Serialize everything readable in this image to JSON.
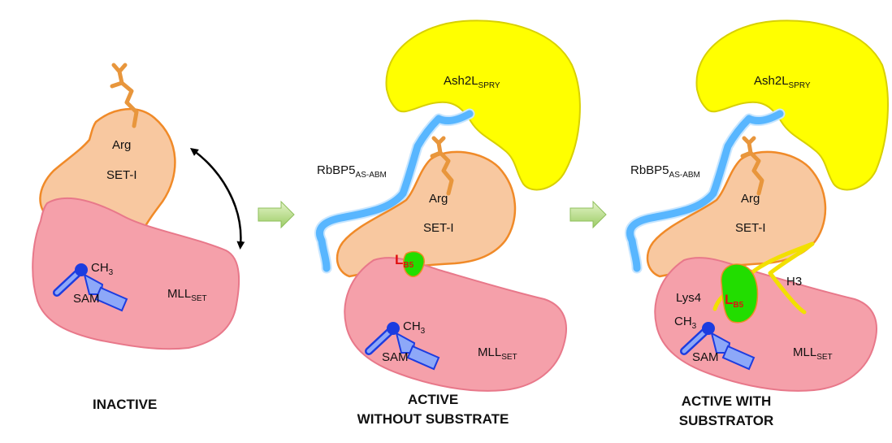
{
  "panels": {
    "inactive": {
      "caption": "INACTIVE",
      "labels": {
        "arg": "Arg",
        "set_i": "SET-I",
        "ch3_main": "CH",
        "ch3_sub": "3",
        "sam": "SAM",
        "mll_main": "MLL",
        "mll_sub": "SET"
      }
    },
    "active": {
      "caption_line1": "ACTIVE",
      "caption_line2": "WITHOUT SUBSTRATE",
      "labels": {
        "ash_main": "Ash2L",
        "ash_sub": "SPRY",
        "rbbp_main": "RbBP5",
        "rbbp_sub": "AS-ABM",
        "arg": "Arg",
        "set_i": "SET-I",
        "lb_main": "L",
        "lb_sub": "B5",
        "ch3_main": "CH",
        "ch3_sub": "3",
        "sam": "SAM",
        "mll_main": "MLL",
        "mll_sub": "SET"
      }
    },
    "substrate": {
      "caption_line1": "ACTIVE WITH",
      "caption_line2": "SUBSTRATOR",
      "labels": {
        "ash_main": "Ash2L",
        "ash_sub": "SPRY",
        "rbbp_main": "RbBP5",
        "rbbp_sub": "AS-ABM",
        "arg": "Arg",
        "set_i": "SET-I",
        "h3": "H3",
        "lys4": "Lys4",
        "lb_main": "L",
        "lb_sub": "B5",
        "ch3_main": "CH",
        "ch3_sub": "3",
        "sam": "SAM",
        "mll_main": "MLL",
        "mll_sub": "SET"
      }
    }
  },
  "colors": {
    "set_i_fill": "#f8c8a0",
    "set_i_stroke": "#f08a28",
    "mll_fill": "#f5a0aa",
    "mll_stroke": "#e8788a",
    "ash2l_fill": "#ffff00",
    "ash2l_stroke": "#d8d000",
    "rbbp5": "#58b6ff",
    "rbbp5_edge": "#c8e6ff",
    "loop_green": "#22dd00",
    "h3_yellow": "#f2e000",
    "sam_blue": "#1c3ce0",
    "arrow_green": "#a8d878"
  },
  "icons": [
    "double-headed-arrow",
    "transition-arrow",
    "sam-molecule-icon",
    "arg-sidechain"
  ]
}
